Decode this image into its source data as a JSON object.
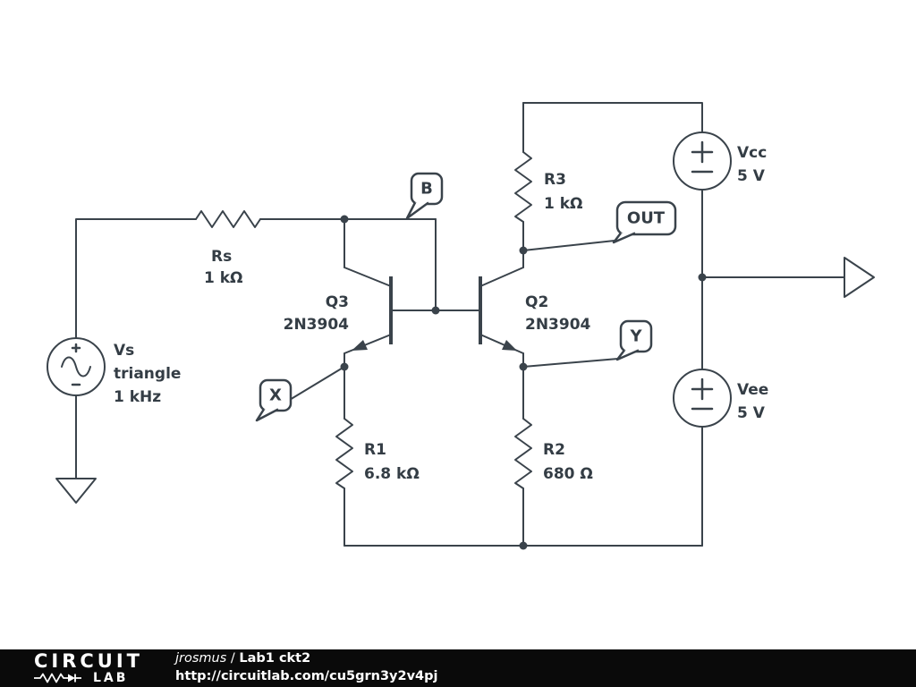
{
  "colors": {
    "line": "#3a434b",
    "label": "#343d45",
    "bg": "#ffffff",
    "footer-bg": "#0a0a0a",
    "footer-text": "#ffffff"
  },
  "schematic": {
    "sources": {
      "vs": {
        "name": "Vs",
        "waveform": "triangle",
        "frequency": "1 kHz"
      },
      "vcc": {
        "name": "Vcc",
        "voltage": "5 V"
      },
      "vee": {
        "name": "Vee",
        "voltage": "5 V"
      }
    },
    "resistors": {
      "rs": {
        "name": "Rs",
        "value": "1 kΩ"
      },
      "r1": {
        "name": "R1",
        "value": "6.8 kΩ"
      },
      "r2": {
        "name": "R2",
        "value": "680 Ω"
      },
      "r3": {
        "name": "R3",
        "value": "1 kΩ"
      }
    },
    "transistors": {
      "q3": {
        "name": "Q3",
        "part": "2N3904"
      },
      "q2": {
        "name": "Q2",
        "part": "2N3904"
      }
    },
    "flags": {
      "b": "B",
      "out": "OUT",
      "x": "X",
      "y": "Y"
    }
  },
  "footer": {
    "logo_top": "CIRCUIT",
    "logo_bottom": "LAB",
    "author": "jrosmus",
    "sep": "/",
    "title": "Lab1 ckt2",
    "url": "http://circuitlab.com/cu5grn3y2v4pj"
  }
}
